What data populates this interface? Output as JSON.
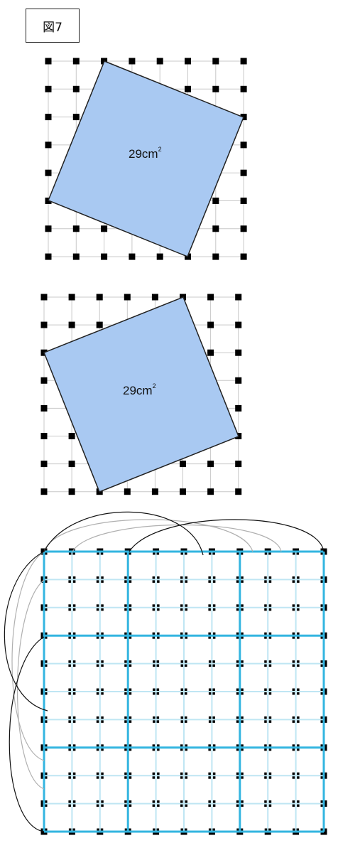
{
  "figure_label": "図7",
  "squares": [
    {
      "area_value": "29cm",
      "area_sup": "2",
      "fill": "#a9c9f2"
    },
    {
      "area_value": "29cm",
      "area_sup": "2",
      "fill": "#a9c9f2"
    }
  ],
  "colors": {
    "dot": "#000000",
    "grid_line": "#c8c8c8",
    "square_stroke": "#222222",
    "highlight_grid": "#33b5e0",
    "light_highlight": "#bfe6f3",
    "arc": "#111111",
    "arc_light": "#b0b0b0"
  }
}
